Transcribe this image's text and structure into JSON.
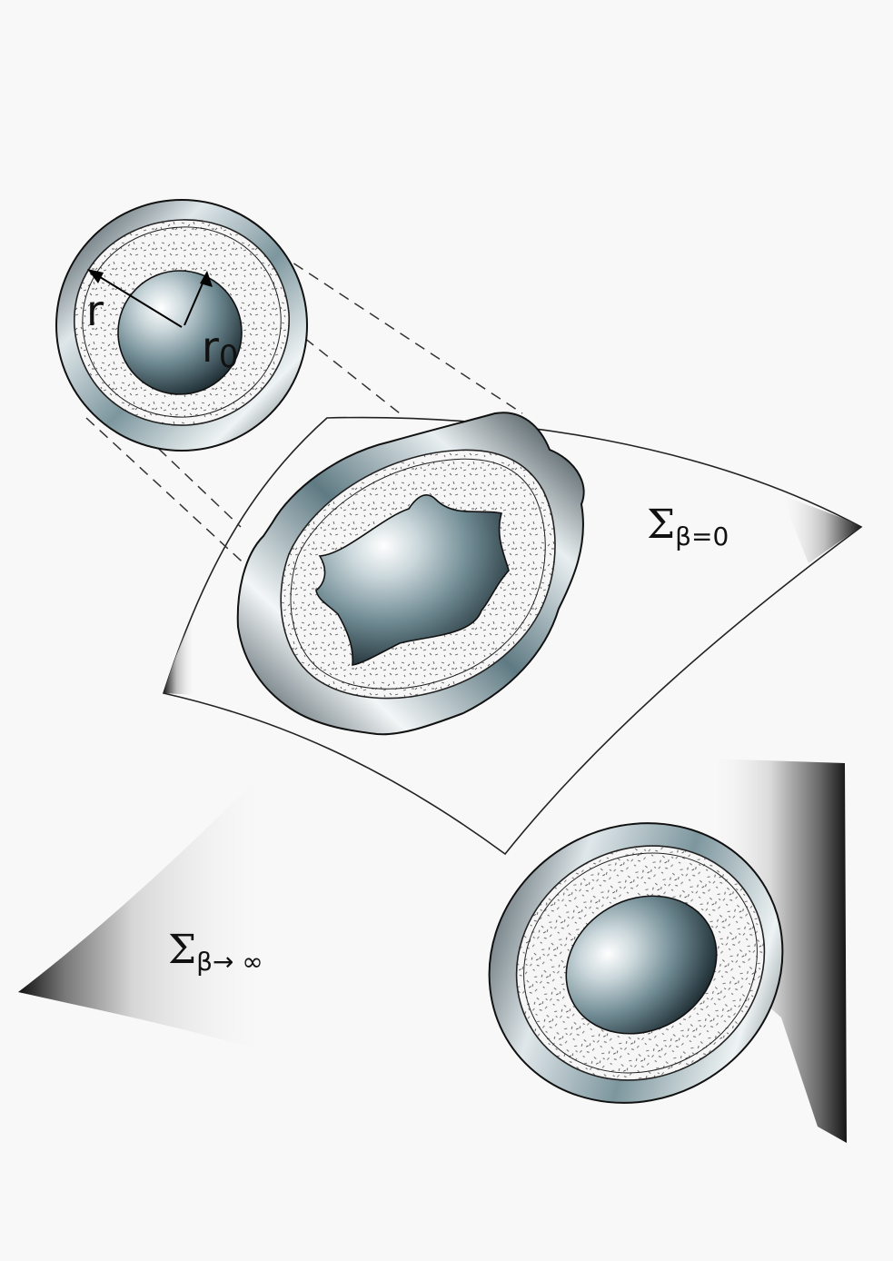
{
  "figure": {
    "labels": {
      "radius_outer": "r",
      "radius_inner": "r",
      "radius_inner_sub": "0",
      "surface_top_sym": "Σ",
      "surface_top_sub": "β=0",
      "surface_bottom_sym": "Σ",
      "surface_bottom_sub": "β→ ∞"
    },
    "colors": {
      "background": "#f8f8f8",
      "metal_dark": "#22323a",
      "metal_mid": "#6f8a93",
      "metal_light": "#e8eef0",
      "outline": "#1a1a1a"
    }
  }
}
